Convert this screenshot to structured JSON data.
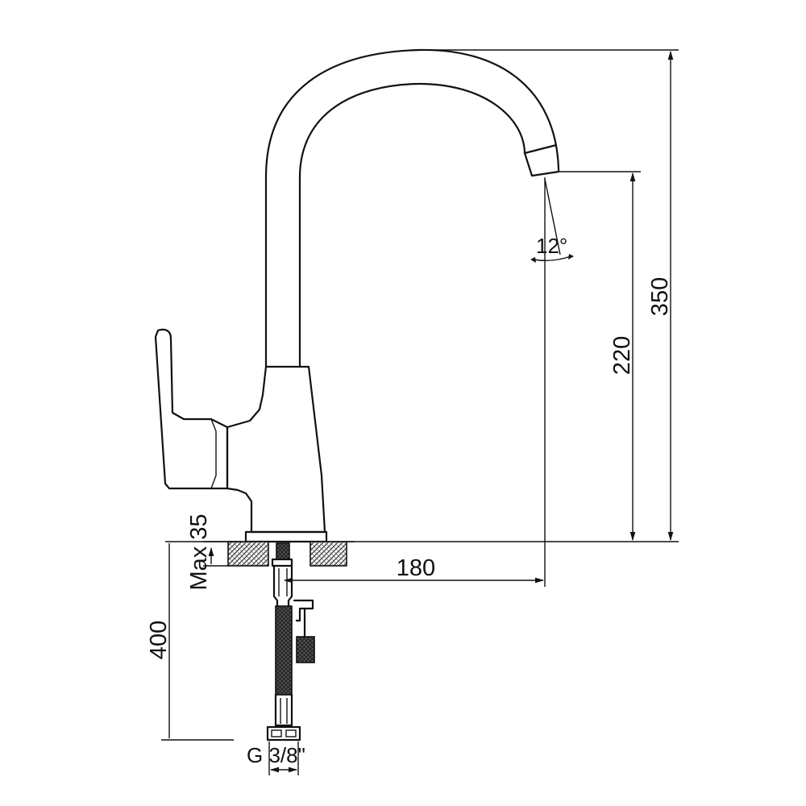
{
  "dimensions": {
    "total_height": "350",
    "spout_height": "220",
    "spout_reach": "180",
    "max_deck": "Max 35",
    "hose_length": "400",
    "spout_angle": "12°",
    "connection": "G 3/8\""
  }
}
